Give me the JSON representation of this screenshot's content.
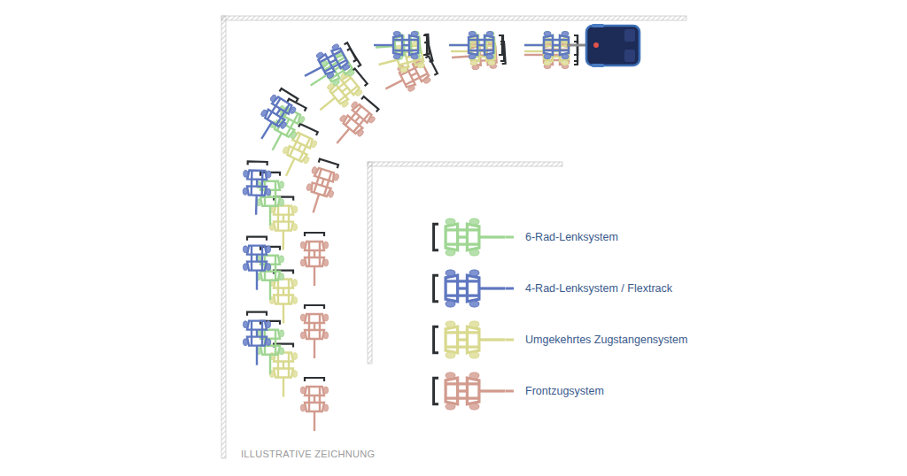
{
  "diagram": {
    "labels": [
      "ILLUSTRATIVE ZEICHNUNG"
    ],
    "legend": [
      {
        "text": "6-Rad-Lenksystem"
      },
      {
        "text": "4-Rad-Lenksystem / Flextrack"
      },
      {
        "text": "Umgekehrtes Zugstangensystem"
      },
      {
        "text": "Frontzugsystem"
      }
    ]
  }
}
